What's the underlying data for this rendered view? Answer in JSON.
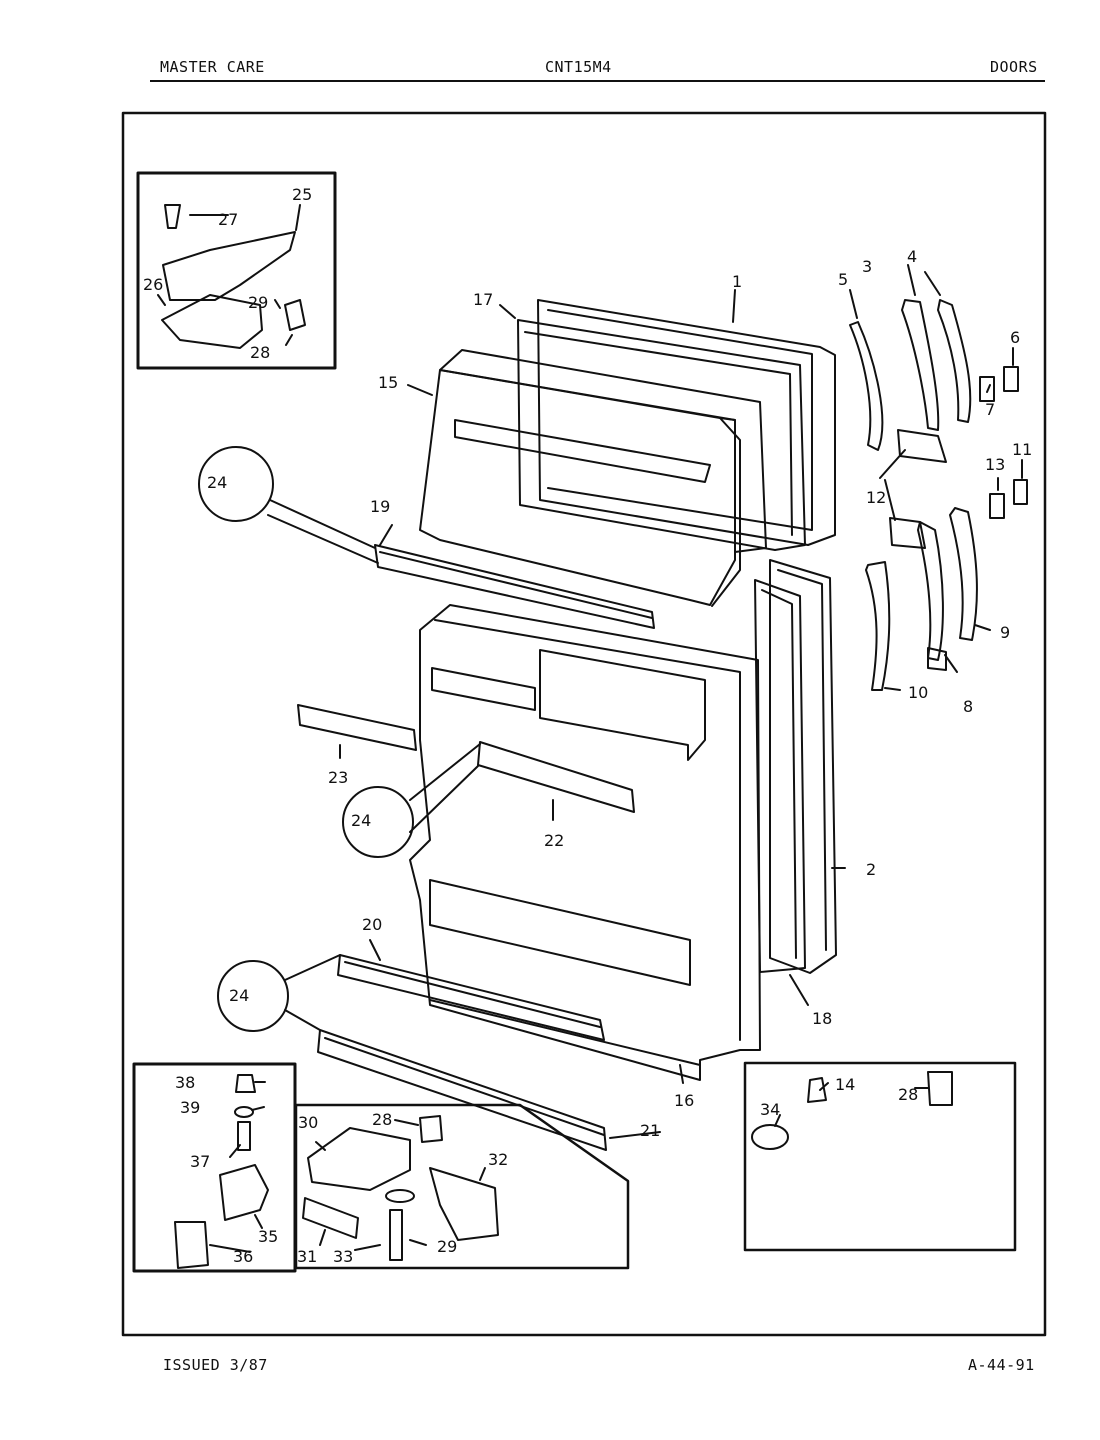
{
  "header": {
    "left": "MASTER CARE",
    "center": "CNT15M4",
    "right": "DOORS"
  },
  "footer": {
    "left": "ISSUED 3/87",
    "right": "A-44-91"
  },
  "callouts": {
    "c1": "1",
    "c2": "2",
    "c3": "3",
    "c4": "4",
    "c5": "5",
    "c6": "6",
    "c7": "7",
    "c8": "8",
    "c9": "9",
    "c10": "10",
    "c11": "11",
    "c12": "12",
    "c13": "13",
    "c14": "14",
    "c15": "15",
    "c16": "16",
    "c17": "17",
    "c18": "18",
    "c19": "19",
    "c20": "20",
    "c21": "21",
    "c22": "22",
    "c23": "23",
    "c24": "24",
    "c25": "25",
    "c26": "26",
    "c27": "27",
    "c28": "28",
    "c29": "29",
    "c30": "30",
    "c31": "31",
    "c32": "32",
    "c33": "33",
    "c34": "34",
    "c35": "35",
    "c36": "36",
    "c37": "37",
    "c38": "38",
    "c39": "39"
  }
}
